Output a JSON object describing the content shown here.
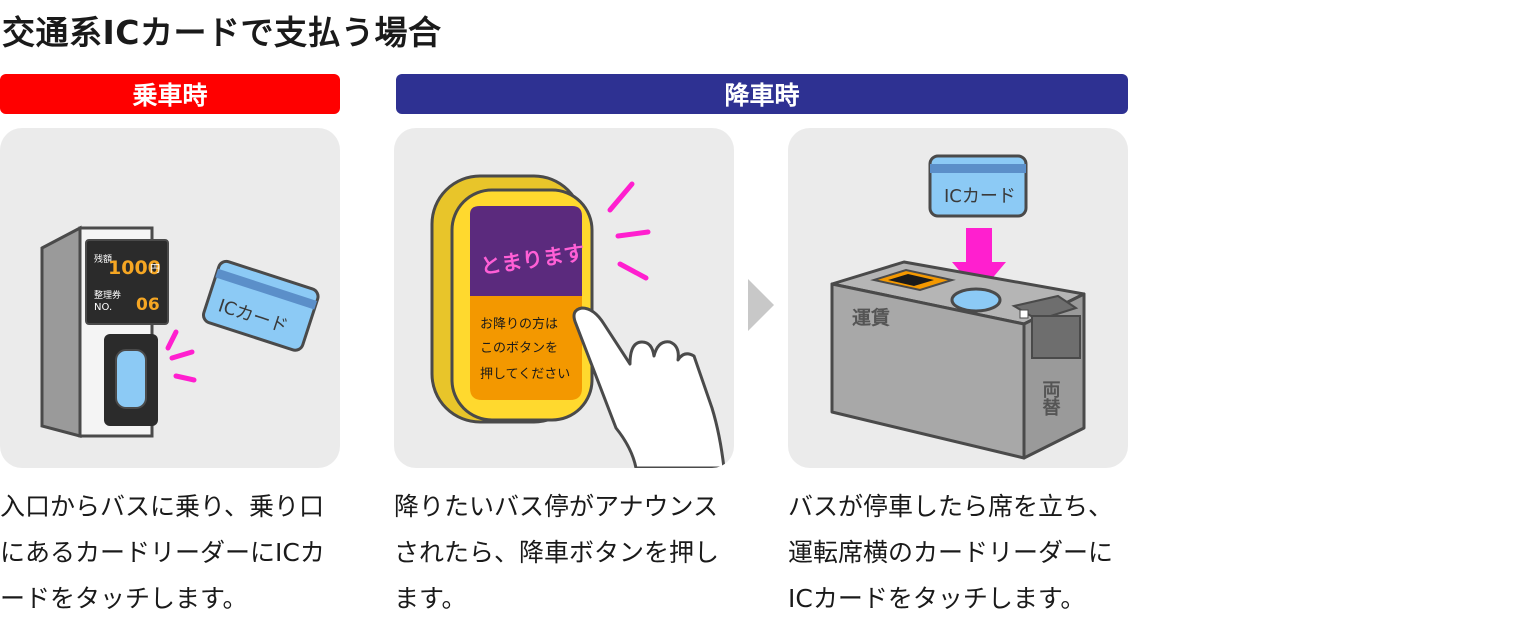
{
  "title": "交通系ICカードで支払う場合",
  "phases": {
    "boarding": "乗車時",
    "alighting": "降車時"
  },
  "steps": [
    {
      "caption": "入口からバスに乗り、乗り口にあるカードリーダーにICカードをタッチします。",
      "reader": {
        "balance_label": "残額",
        "balance": "1000",
        "currency": "円",
        "ticket_label": "整理券",
        "no_label": "NO.",
        "ticket_no": "06"
      },
      "card_label": "ICカード"
    },
    {
      "caption": "降りたいバス停がアナウンスされたら、降車ボタンを押します。",
      "button": {
        "top_label": "とまります",
        "line1": "お降りの方は",
        "line2": "このボタンを",
        "line3": "押してください"
      }
    },
    {
      "caption": "バスが停車したら席を立ち、運転席横のカードリーダーにICカードをタッチします。",
      "card_label": "ICカード",
      "fare_box_label": "運賃",
      "changer_label": "両替"
    }
  ],
  "colors": {
    "boarding_bar": "#ff0000",
    "alighting_bar": "#2e3192",
    "card": "#8ccaf5",
    "accent_magenta": "#ff1fcf",
    "button_yellow": "#ffd92e",
    "button_purple": "#5b2a7d"
  }
}
